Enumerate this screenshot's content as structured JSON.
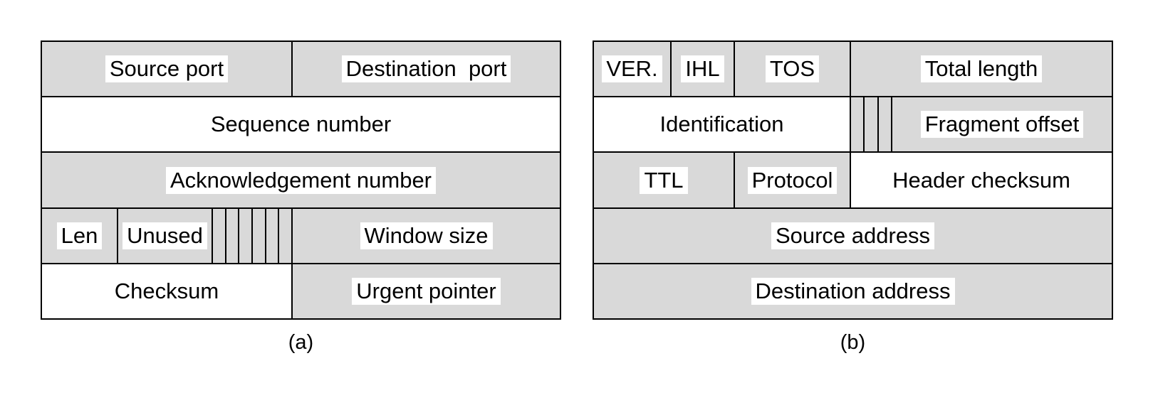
{
  "diagram_a": {
    "caption": "(a)",
    "source_port": "Source port",
    "destination_port": "Destination  port",
    "sequence_number": "Sequence number",
    "acknowledgement_number": "Acknowledgement number",
    "len": "Len",
    "unused": "Unused",
    "window_size": "Window size",
    "checksum": "Checksum",
    "urgent_pointer": "Urgent pointer"
  },
  "diagram_b": {
    "caption": "(b)",
    "ver": "VER.",
    "ihl": "IHL",
    "tos": "TOS",
    "total_length": "Total length",
    "identification": "Identification",
    "fragment_offset": "Fragment offset",
    "ttl": "TTL",
    "protocol": "Protocol",
    "header_checksum": "Header checksum",
    "source_address": "Source address",
    "destination_address": "Destination address"
  },
  "colors": {
    "field_gray": "#d9d9d9",
    "field_white": "#ffffff",
    "border": "#000000"
  }
}
